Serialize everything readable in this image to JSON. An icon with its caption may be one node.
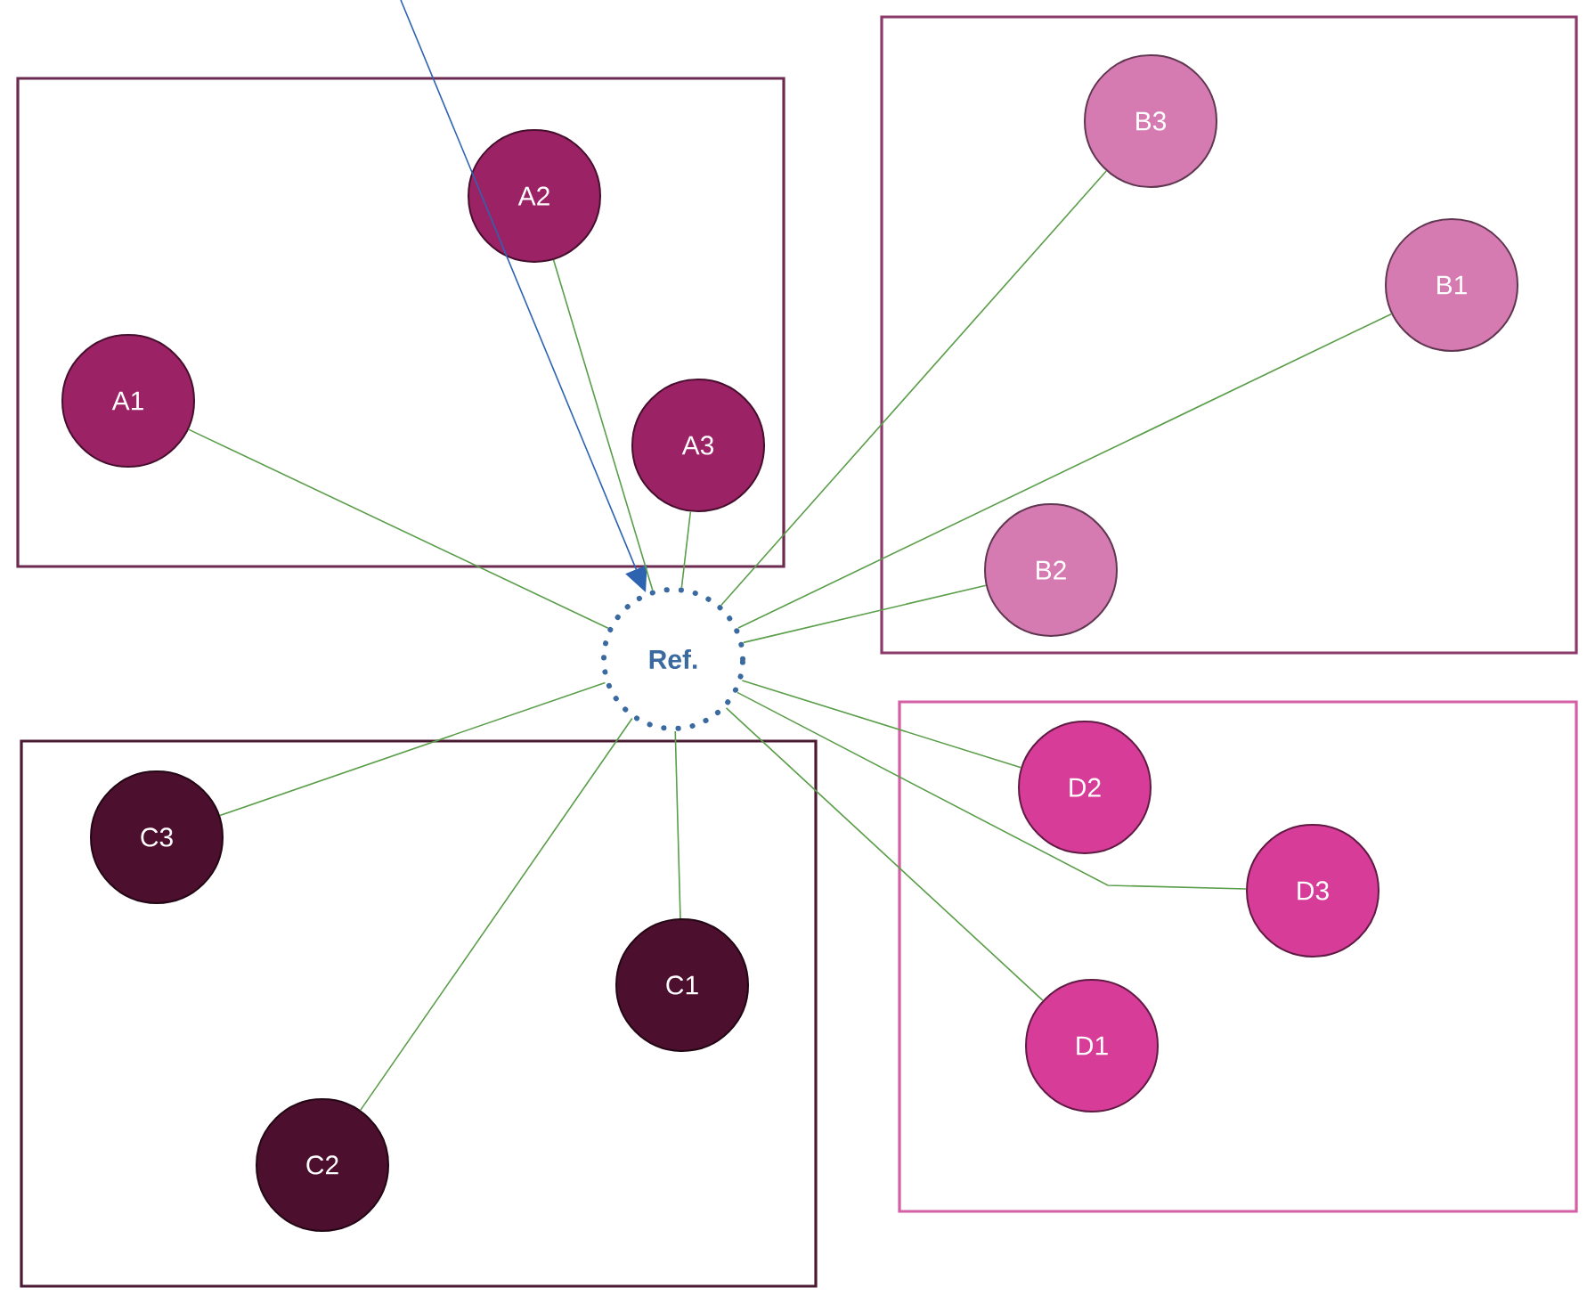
{
  "diagram": {
    "nodes": [
      {
        "text": [],
        "shape": "box"
      },
      {
        "text": [
          "A1"
        ],
        "in": 0
      },
      {
        "text": [
          "A2"
        ],
        "in": 0
      },
      {
        "text": [
          "A3"
        ],
        "in": 0
      },
      {
        "text": [],
        "shape": "box"
      },
      {
        "text": [
          "B3"
        ],
        "in": 4
      },
      {
        "text": [
          "B1"
        ],
        "in": 4
      },
      {
        "text": [
          "B2"
        ],
        "in": 4
      },
      {
        "text": [
          "Ref."
        ]
      },
      {
        "text": [],
        "shape": "box"
      },
      {
        "text": [
          "C3"
        ],
        "in": 9
      },
      {
        "text": [
          "C1"
        ],
        "in": 9
      },
      {
        "text": [
          "C2"
        ],
        "in": 9
      },
      {
        "text": [],
        "shape": "box"
      },
      {
        "text": [
          "D2"
        ],
        "in": 13
      },
      {
        "text": [
          "D3"
        ],
        "in": 13
      },
      {
        "text": [
          "D1"
        ],
        "in": 13
      }
    ],
    "edges": [
      {
        "from": null,
        "to": 8,
        "arrow": "to",
        "color": "#2e63b0"
      },
      {
        "from": 1,
        "to": 8,
        "arrow": "none"
      },
      {
        "from": 2,
        "to": 8,
        "arrow": "none"
      },
      {
        "from": 3,
        "to": 8,
        "arrow": "none"
      },
      {
        "from": 5,
        "to": 8,
        "arrow": "none"
      },
      {
        "from": 6,
        "to": 8,
        "arrow": "none"
      },
      {
        "from": 7,
        "to": 8,
        "arrow": "none"
      },
      {
        "from": 10,
        "to": 8,
        "arrow": "none"
      },
      {
        "from": 11,
        "to": 8,
        "arrow": "none"
      },
      {
        "from": 12,
        "to": 8,
        "arrow": "none"
      },
      {
        "from": 14,
        "to": 8,
        "arrow": "none"
      },
      {
        "from": 15,
        "to": 8,
        "arrow": "none"
      },
      {
        "from": 16,
        "to": 8,
        "arrow": "none"
      }
    ]
  }
}
